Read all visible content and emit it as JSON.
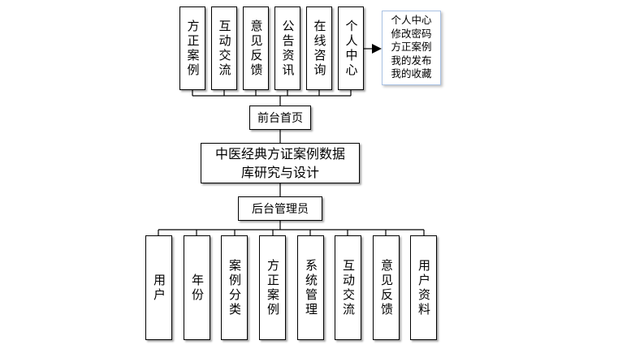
{
  "top_modules": [
    "方正案例",
    "互动交流",
    "意见反馈",
    "公告资讯",
    "在线咨询",
    "个人中心"
  ],
  "personal_center_items": [
    "个人中心",
    "修改密码",
    "方正案例",
    "我的发布",
    "我的收藏"
  ],
  "front_home": "前台首页",
  "system_title": "中医经典方证案例数据\n库研究与设计",
  "admin": "后台管理员",
  "bottom_modules": [
    "用户",
    "年份",
    "案例分类",
    "方正案例",
    "系统管理",
    "互动交流",
    "意见反馈",
    "用户资料"
  ]
}
